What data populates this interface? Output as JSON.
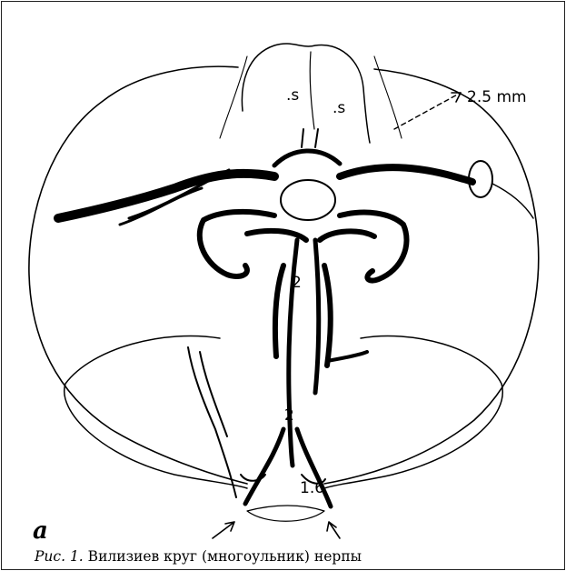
{
  "figure": {
    "panel_label": "a",
    "caption_prefix": "Рис. 1.",
    "caption_text": " Вилизиев круг (многоульник) нерпы",
    "annotations": {
      "diameter": "2.5 mm",
      "left_s": ".s",
      "right_s": ".s",
      "basilar_upper": "2",
      "basilar_lower": "2",
      "right_vertebral": "1.6"
    }
  }
}
